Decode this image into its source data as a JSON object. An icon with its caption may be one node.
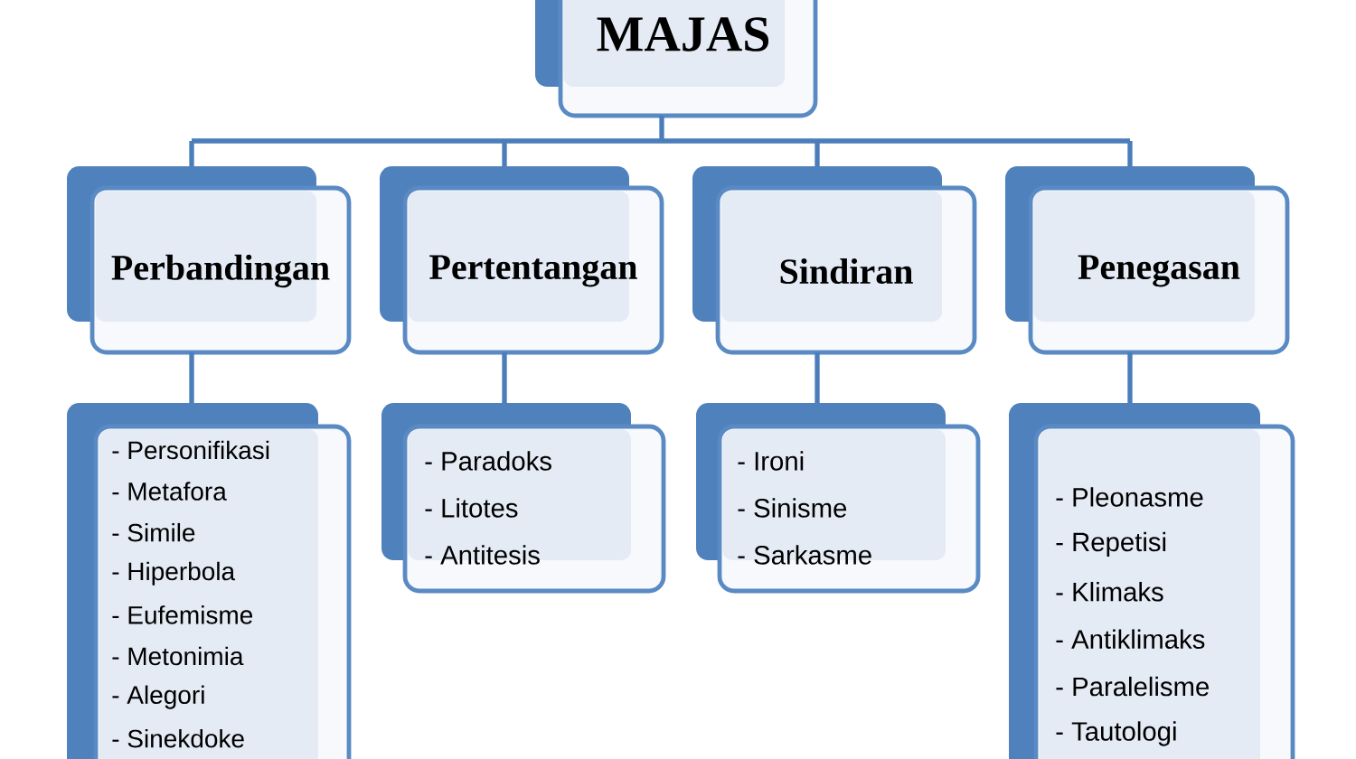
{
  "diagram": {
    "nodes": [
      {
        "text": [
          "MAJAS"
        ]
      },
      {
        "text": [
          "Perbandingan"
        ]
      },
      {
        "text": [
          "Pertentangan"
        ]
      },
      {
        "text": [
          "Sindiran"
        ]
      },
      {
        "text": [
          "Penegasan"
        ]
      },
      {
        "text": [
          "- Personifikasi",
          "- Metafora",
          "- Simile",
          "- Hiperbola",
          "- Eufemisme",
          "- Metonimia",
          "- Alegori",
          "- Sinekdoke"
        ]
      },
      {
        "text": [
          "- Paradoks",
          "- Litotes",
          "- Antitesis"
        ]
      },
      {
        "text": [
          "- Ironi",
          "- Sinisme",
          "- Sarkasme"
        ]
      },
      {
        "text": [
          "- Pleonasme",
          "- Repetisi",
          "- Klimaks",
          "- Antiklimaks",
          "- Paralelisme",
          "- Tautologi"
        ]
      }
    ],
    "edges": [
      {
        "from": 0,
        "to": 1,
        "arrow": "none"
      },
      {
        "from": 0,
        "to": 2,
        "arrow": "none"
      },
      {
        "from": 0,
        "to": 3,
        "arrow": "none"
      },
      {
        "from": 0,
        "to": 4,
        "arrow": "none"
      },
      {
        "from": 1,
        "to": 5,
        "arrow": "none"
      },
      {
        "from": 2,
        "to": 6,
        "arrow": "none"
      },
      {
        "from": 3,
        "to": 7,
        "arrow": "none"
      },
      {
        "from": 4,
        "to": 8,
        "arrow": "none"
      }
    ]
  }
}
